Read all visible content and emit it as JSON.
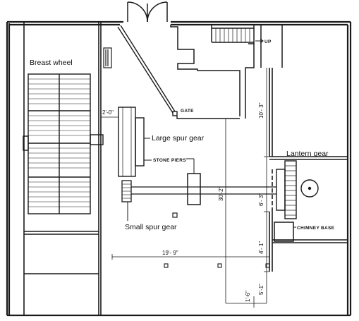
{
  "labels": {
    "breast_wheel": "Breast wheel",
    "large_spur_gear": "Large spur gear",
    "stone_piers": "STONE PIERS",
    "small_spur_gear": "Small spur gear",
    "lantern_gear": "Lantern gear",
    "chimney_base": "CHIMNEY BASE",
    "gate": "GATE",
    "up": "UP"
  },
  "dimensions": {
    "d_2_0": "2'-0\"",
    "d_10_3": "10'- 3\"",
    "d_30_2": "30'-2\"",
    "d_6_3": "6'- 3\"",
    "d_19_9": "19'- 9\"",
    "d_4_1": "4'- 1\"",
    "d_5_1": "5'-1\"",
    "d_1_6": "1'-6\""
  }
}
